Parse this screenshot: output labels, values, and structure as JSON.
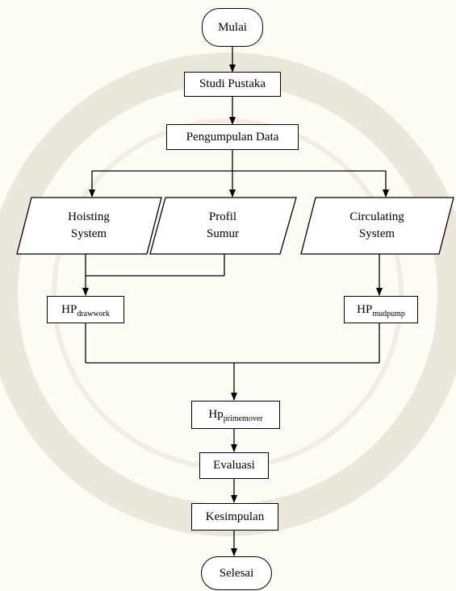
{
  "nodes": {
    "mulai": "Mulai",
    "studi_pustaka": "Studi Pustaka",
    "pengumpulan_data": "Pengumpulan Data",
    "hoisting_system": [
      "Hoisting",
      "System"
    ],
    "profil_sumur": [
      "Profil",
      "Sumur"
    ],
    "circulating_system": [
      "Circulating",
      "System"
    ],
    "hp_drawwork": {
      "main": "HP",
      "sub": "drawwork"
    },
    "hp_mudpump": {
      "main": "HP",
      "sub": "mudpump"
    },
    "hp_primemover": {
      "main": "Hp",
      "sub": "primemover"
    },
    "evaluasi": "Evaluasi",
    "kesimpulan": "Kesimpulan",
    "selesai": "Selesai"
  },
  "colors": {
    "background": "#fdfcf4",
    "stroke": "#000000",
    "box_fill": "#ffffff",
    "watermark": "#d8d2c6"
  }
}
